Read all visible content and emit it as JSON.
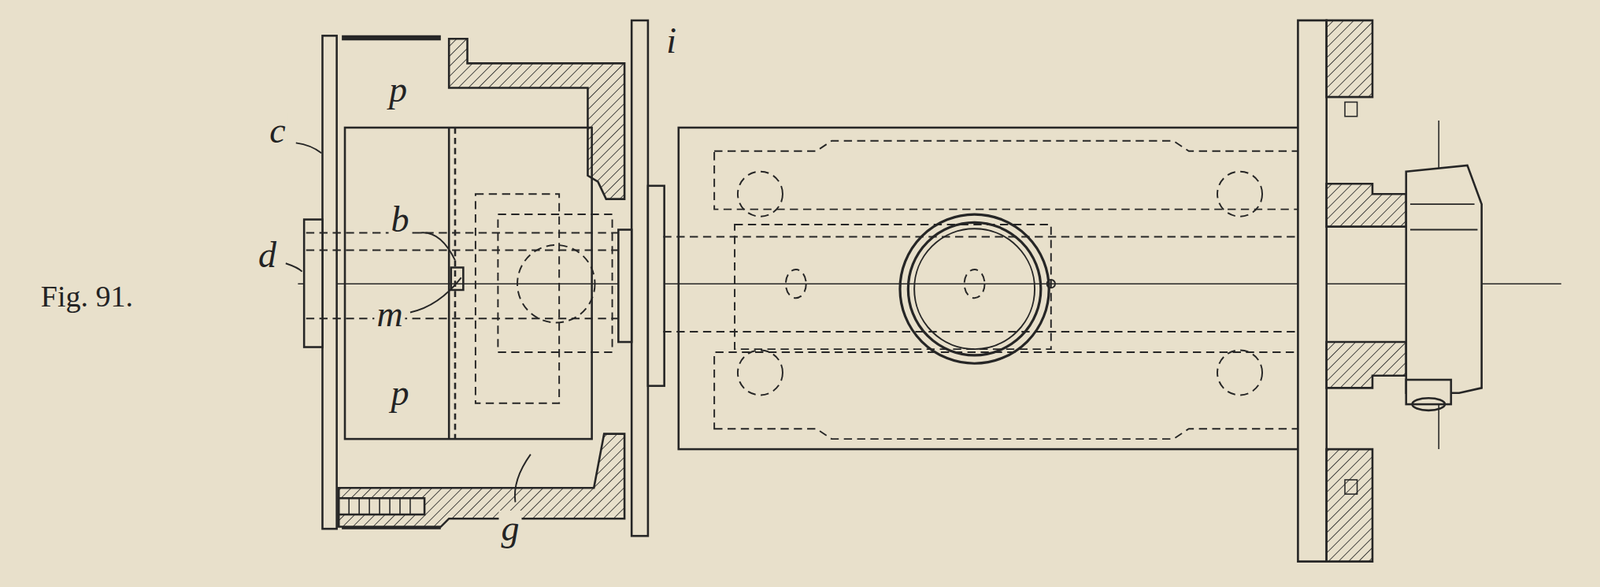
{
  "diagram": {
    "caption": "Fig. 91.",
    "labels": [
      "p",
      "i",
      "c",
      "b",
      "d",
      "m",
      "p",
      "g"
    ]
  }
}
